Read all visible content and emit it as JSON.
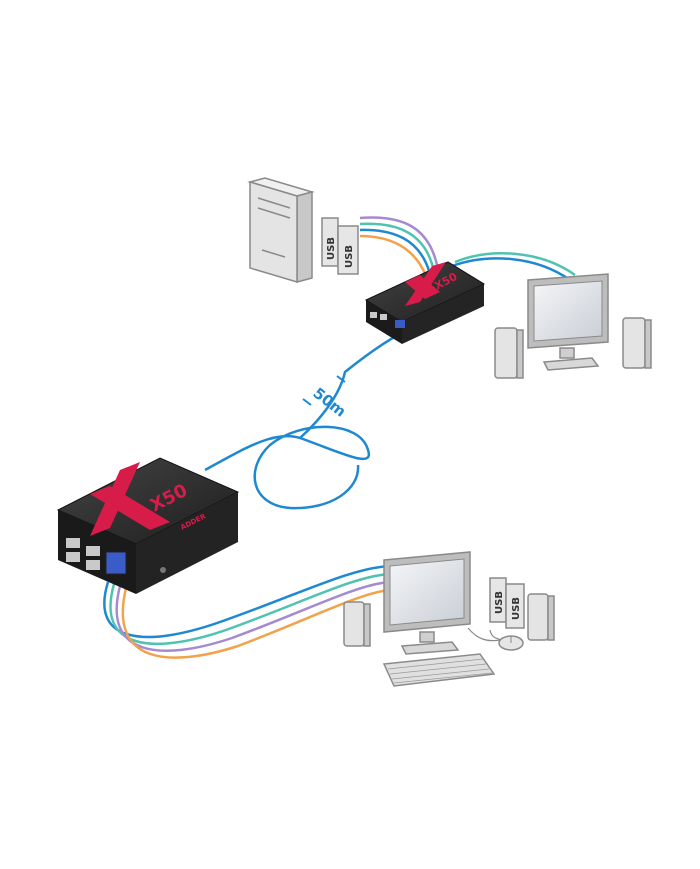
{
  "distance_label": "50m",
  "usb_label": "USB",
  "brand_mark": "X50",
  "brand_text": "ADDER",
  "colors": {
    "cable_blue": "#1e88d0",
    "cable_teal": "#4fc3b0",
    "cable_purple": "#a58ad0",
    "cable_orange": "#f2a24a",
    "box_body": "#2a2a2a",
    "box_top": "#3a3a3a",
    "brand_red": "#d81c4a",
    "device_fill": "#e4e4e4",
    "device_stroke": "#8a8a8a",
    "screen_fill": "#d9dde3"
  },
  "icons": [
    "pc-tower-icon",
    "monitor-icon",
    "speaker-icon",
    "keyboard-icon",
    "mouse-icon",
    "usb-plug-icon",
    "kvm-extender-icon"
  ]
}
